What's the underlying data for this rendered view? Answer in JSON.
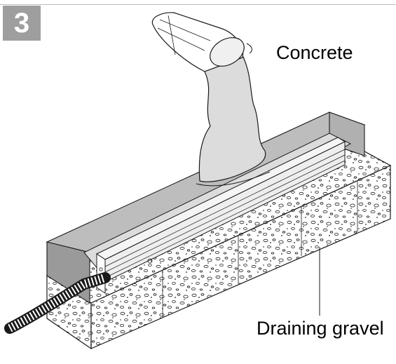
{
  "step": {
    "number": "3"
  },
  "labels": {
    "concrete": "Concrete",
    "draining_gravel": "Draining gravel"
  },
  "colors": {
    "badge": "#9e9e9e",
    "outline": "#1a1a1a",
    "concrete_fill": "#dcdcdc",
    "formwork": "#a8a8a8",
    "channel": "#f2f2f2",
    "gravel_fill": "#ffffff"
  },
  "icons": [
    "bucket-icon",
    "drain-channel-icon",
    "corrugated-pipe-icon",
    "gravel-bed-icon"
  ]
}
